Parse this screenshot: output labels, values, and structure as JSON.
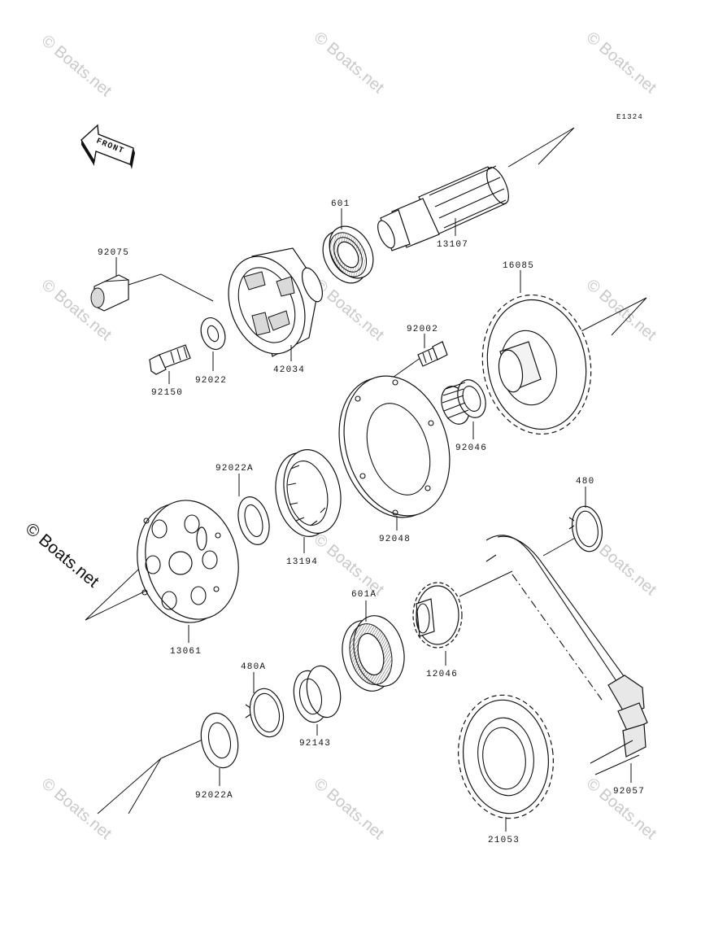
{
  "diagram": {
    "code": "E1324",
    "front_label": "FRONT",
    "parts": [
      {
        "id": "601",
        "label": "601"
      },
      {
        "id": "13107",
        "label": "13107"
      },
      {
        "id": "92075",
        "label": "92075"
      },
      {
        "id": "16085",
        "label": "16085"
      },
      {
        "id": "92002",
        "label": "92002"
      },
      {
        "id": "92022",
        "label": "92022"
      },
      {
        "id": "42034",
        "label": "42034"
      },
      {
        "id": "92150",
        "label": "92150"
      },
      {
        "id": "92046",
        "label": "92046"
      },
      {
        "id": "92022A_top",
        "label": "92022A"
      },
      {
        "id": "480",
        "label": "480"
      },
      {
        "id": "92048",
        "label": "92048"
      },
      {
        "id": "13194",
        "label": "13194"
      },
      {
        "id": "601A",
        "label": "601A"
      },
      {
        "id": "13061",
        "label": "13061"
      },
      {
        "id": "12046",
        "label": "12046"
      },
      {
        "id": "480A",
        "label": "480A"
      },
      {
        "id": "92143",
        "label": "92143"
      },
      {
        "id": "92057",
        "label": "92057"
      },
      {
        "id": "92022A_bottom",
        "label": "92022A"
      },
      {
        "id": "21053",
        "label": "21053"
      }
    ],
    "watermark": "© Boats.net",
    "watermark_main": "© Boats.net"
  }
}
